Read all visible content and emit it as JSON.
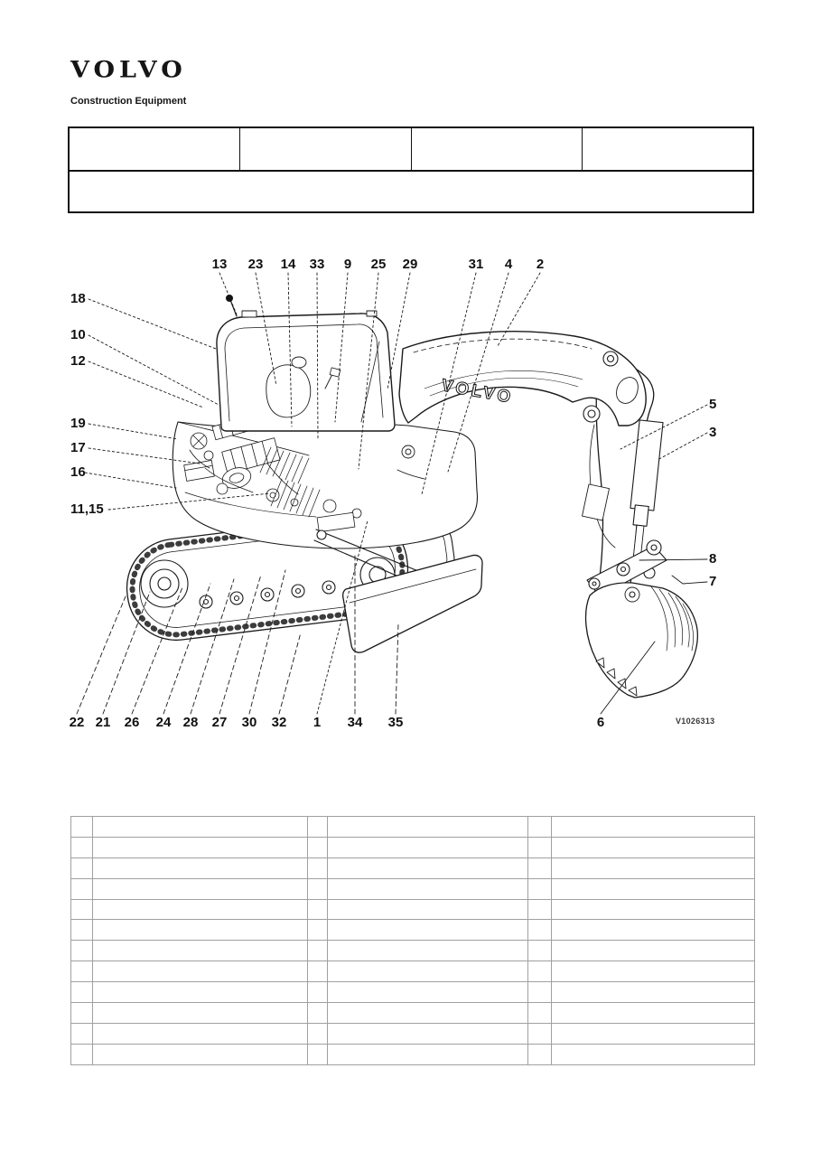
{
  "brand": {
    "logo": "VOLVO",
    "subtitle": "Construction Equipment"
  },
  "colors": {
    "ink": "#1a1a1a",
    "parts_grid": "#a0a0a0"
  },
  "header_table": {
    "row1_cells": [
      "",
      "",
      "",
      ""
    ],
    "row2_cells": [
      ""
    ]
  },
  "diagram": {
    "machine_logo": "VOLVO",
    "figure_id": "V1026313",
    "callouts": [
      "13",
      "23",
      "14",
      "33",
      "9",
      "25",
      "29",
      "31",
      "4",
      "2",
      "18",
      "10",
      "12",
      "19",
      "17",
      "16",
      "11,15",
      "5",
      "3",
      "8",
      "7",
      "22",
      "21",
      "26",
      "24",
      "28",
      "27",
      "30",
      "32",
      "1",
      "34",
      "35",
      "6"
    ]
  },
  "parts_table": {
    "rows": 12,
    "columns": 6,
    "cells": []
  }
}
